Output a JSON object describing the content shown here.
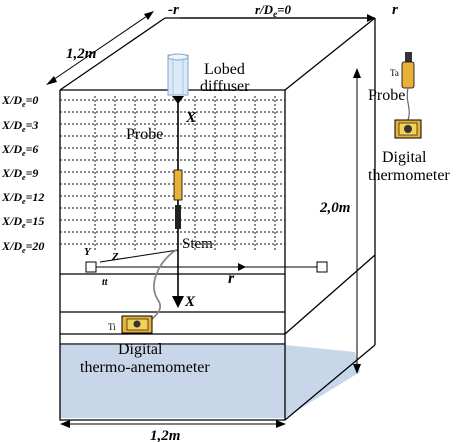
{
  "top": {
    "left": "-r",
    "mid": "r/D",
    "mid_sub": "e",
    "mid_tail": "=0",
    "right": "r"
  },
  "dims": {
    "depth": "1,2m",
    "width": "1,2m",
    "height": "2,0m"
  },
  "stations": [
    {
      "pre": "X/D",
      "sub": "e",
      "post": "=0"
    },
    {
      "pre": "X/D",
      "sub": "e",
      "post": "=3"
    },
    {
      "pre": "X/D",
      "sub": "e",
      "post": "=6"
    },
    {
      "pre": "X/D",
      "sub": "e",
      "post": "=9"
    },
    {
      "pre": "X/D",
      "sub": "e",
      "post": "=12"
    },
    {
      "pre": "X/D",
      "sub": "e",
      "post": "=15"
    },
    {
      "pre": "X/D",
      "sub": "e",
      "post": "=20"
    }
  ],
  "labels": {
    "lobed_diffuser": "Lobed\ndiffuser",
    "probe_inner": "Probe",
    "stem": "Stem",
    "probe_outer": "Probe",
    "ta": "Ta",
    "ti": "Ti",
    "digital_thermometer": "Digital\nthermometer",
    "digital_thermo_anemometer": "Digital\nthermo-anemometer"
  },
  "axes": {
    "x_top": "X",
    "x_bottom": "X",
    "r": "r",
    "z": "Z",
    "y": "Y",
    "y2": "tt"
  },
  "colors": {
    "floor": "#c8d6ea",
    "gauge": "#e8b23a",
    "lcd": "#f0d25a"
  }
}
